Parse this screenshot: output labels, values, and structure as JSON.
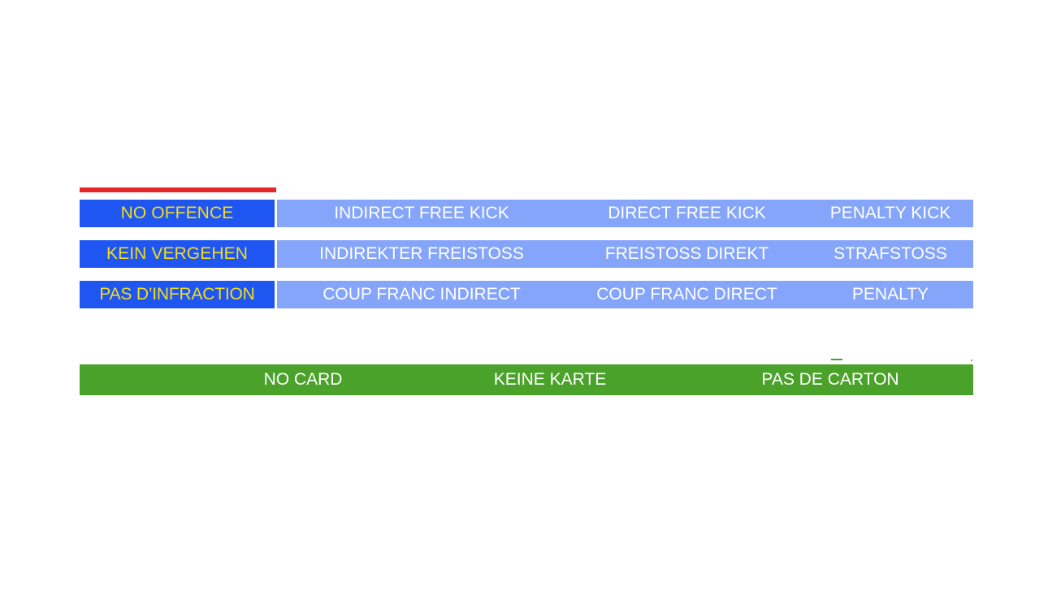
{
  "colors": {
    "offence_bg": "#1f56f2",
    "offence_text": "#f2dd1e",
    "restart_bg": "#85a5fa",
    "restart_text": "#ffffff",
    "card_bg": "#4ba22b",
    "card_text": "#ffffff",
    "rule": "#e8252a",
    "page_bg": "#ffffff"
  },
  "rows": [
    {
      "language": "english",
      "offence": "NO OFFENCE",
      "restarts": [
        "INDIRECT FREE KICK",
        "DIRECT FREE KICK",
        "PENALTY KICK"
      ]
    },
    {
      "language": "german",
      "offence": "KEIN VERGEHEN",
      "restarts": [
        "INDIREKTER FREISTOSS",
        "FREISTOSS DIREKT",
        "STRAFSTOSS"
      ]
    },
    {
      "language": "french",
      "offence": "PAS D’INFRACTION",
      "restarts": [
        "COUP FRANC INDIRECT",
        "COUP FRANC DIRECT",
        "PENALTY"
      ]
    }
  ],
  "cards": {
    "labels": [
      "NO CARD",
      "KEINE KARTE",
      "PAS DE CARTON"
    ]
  }
}
